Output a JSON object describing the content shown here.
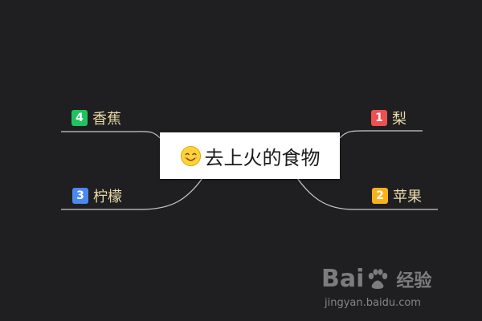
{
  "central": {
    "emoji_icon": "smiling-face-icon",
    "title": "去上火的食物"
  },
  "topics": [
    {
      "number": "1",
      "label": "梨",
      "color": "#ec5151"
    },
    {
      "number": "2",
      "label": "苹果",
      "color": "#f7b11b"
    },
    {
      "number": "3",
      "label": "柠檬",
      "color": "#4a89f0"
    },
    {
      "number": "4",
      "label": "香蕉",
      "color": "#1fc35f"
    }
  ],
  "colors": {
    "background": "#1f1f21",
    "connector": "#c9c9c9",
    "topic_text": "#e8d9a8"
  },
  "watermark": {
    "brand": "Bai",
    "brand_suffix": "经验",
    "url": "jingyan.baidu.com"
  }
}
